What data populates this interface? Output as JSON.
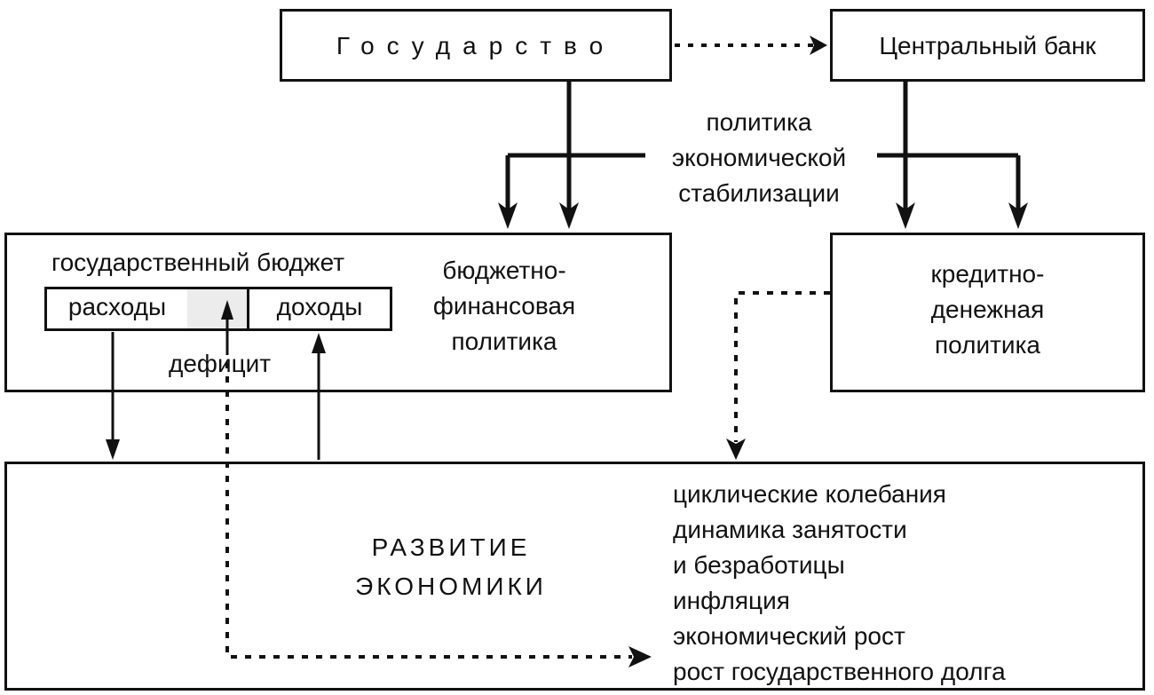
{
  "nodes": {
    "state": {
      "label": "Государство"
    },
    "central_bank": {
      "label": "Центральный банк"
    },
    "stabilization_policy": {
      "lines": [
        "политика",
        "экономической",
        "стабилизации"
      ]
    },
    "fiscal_policy": {
      "lines": [
        "бюджетно-",
        "финансовая",
        "политика"
      ]
    },
    "state_budget": {
      "title": "государственный бюджет",
      "expenses": "расходы",
      "revenues": "доходы",
      "deficit": "дефицит"
    },
    "monetary_policy": {
      "lines": [
        "кредитно-",
        "денежная",
        "политика"
      ]
    },
    "economy_development": {
      "lines": [
        "РАЗВИТИЕ",
        "ЭКОНОМИКИ"
      ],
      "outcomes": [
        "циклические колебания",
        "динамика занятости",
        "и безработицы",
        "инфляция",
        "экономический рост",
        "рост государственного долга"
      ]
    }
  },
  "edges": [
    {
      "from": "state",
      "to": "central_bank",
      "style": "dotted"
    },
    {
      "from": "state",
      "to": "fiscal_policy",
      "style": "solid"
    },
    {
      "from": "state",
      "to": "monetary_policy",
      "style": "solid"
    },
    {
      "from": "central_bank",
      "to": "fiscal_policy",
      "style": "solid"
    },
    {
      "from": "central_bank",
      "to": "monetary_policy",
      "style": "solid"
    },
    {
      "from": "expenses",
      "to": "economy_development",
      "style": "solid"
    },
    {
      "from": "economy_development",
      "to": "revenues",
      "style": "solid"
    },
    {
      "from": "economy_development",
      "to": "deficit",
      "style": "solid"
    },
    {
      "from": "deficit",
      "to": "economy_outcomes",
      "style": "dotted"
    },
    {
      "from": "monetary_policy",
      "to": "economy_development",
      "style": "dotted"
    }
  ]
}
